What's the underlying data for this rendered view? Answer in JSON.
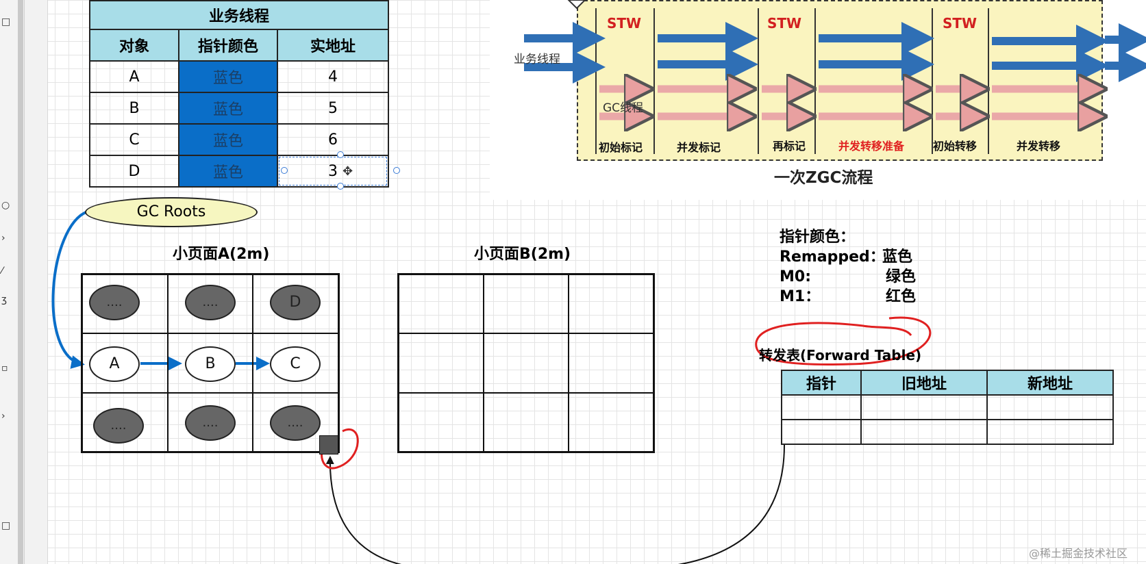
{
  "business_table": {
    "title": "业务线程",
    "headers": [
      "对象",
      "指针颜色",
      "实地址"
    ],
    "rows": [
      {
        "object": "A",
        "color": "蓝色",
        "address": "4"
      },
      {
        "object": "B",
        "color": "蓝色",
        "address": "5"
      },
      {
        "object": "C",
        "color": "蓝色",
        "address": "6"
      },
      {
        "object": "D",
        "color": "蓝色",
        "address": "3"
      }
    ]
  },
  "zgc_flow": {
    "title": "一次ZGC流程",
    "stw": [
      "STW",
      "STW",
      "STW"
    ],
    "business_thread_label": "业务线程",
    "gc_thread_label": "GC线程",
    "phases": [
      "初始标记",
      "并发标记",
      "再标记",
      "并发转移准备",
      "初始转移",
      "并发转移"
    ]
  },
  "gc_roots": "GC Roots",
  "page_a": {
    "label": "小页面A(2m)",
    "cells": [
      "....",
      "....",
      "D",
      "A",
      "B",
      "C",
      "....",
      "....",
      "...."
    ]
  },
  "page_b": {
    "label": "小页面B(2m)"
  },
  "pointer_legend": {
    "title": "指针颜色：",
    "items": [
      {
        "name": "Remapped：",
        "color": "蓝色"
      },
      {
        "name": "M0:",
        "color": "绿色"
      },
      {
        "name": "M1：",
        "color": "红色"
      }
    ]
  },
  "forward_table": {
    "label": "转发表(Forward Table)",
    "headers": [
      "指针",
      "旧地址",
      "新地址"
    ]
  },
  "watermark": "@稀土掘金技术社区",
  "colors": {
    "header_fill": "#a8dde8",
    "pointer_blue": "#0a6ec8",
    "annotation_red": "#e02020"
  }
}
